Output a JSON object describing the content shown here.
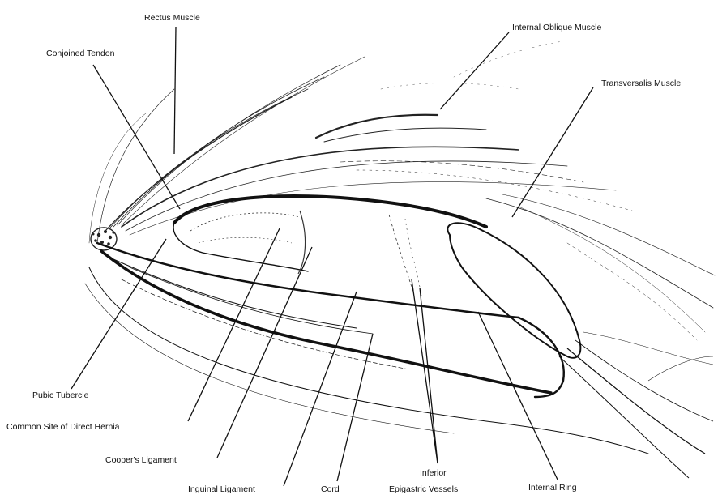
{
  "labels": {
    "rectus_muscle": "Rectus Muscle",
    "conjoined_tendon": "Conjoined Tendon",
    "internal_oblique_muscle": "Internal Oblique Muscle",
    "transversalis_muscle": "Transversalis Muscle",
    "pubic_tubercle": "Pubic Tubercle",
    "common_site_direct_hernia": "Common Site of Direct Hernia",
    "coopers_ligament": "Cooper's Ligament",
    "inguinal_ligament": "Inguinal Ligament",
    "cord": "Cord",
    "inferior": "Inferior",
    "epigastric_vessels": "Epigastric Vessels",
    "internal_ring": "Internal Ring"
  }
}
